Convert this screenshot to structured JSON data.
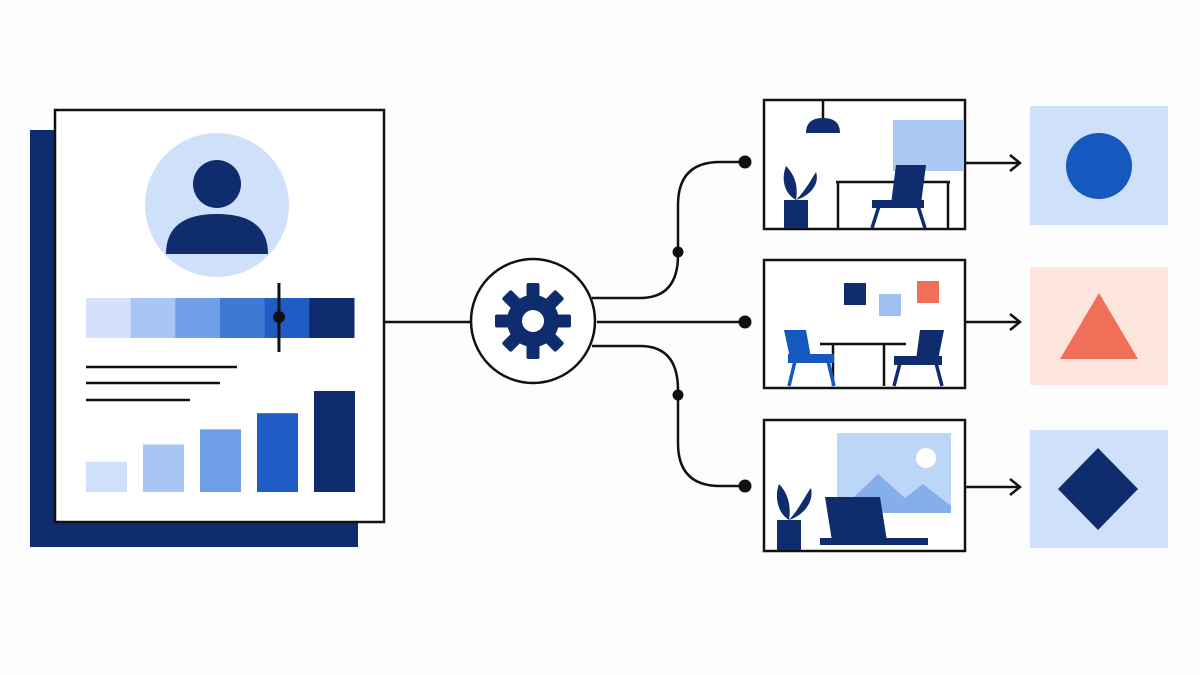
{
  "colors": {
    "navy": "#0f2c6e",
    "blue": "#1558c0",
    "light_blue": "#cfe0fb",
    "mid_blue": "#9fc0f0",
    "coral": "#f06f58",
    "light_coral": "#fde4dc",
    "ink": "#111111",
    "background": "#fdfdfe"
  },
  "profile_card": {
    "icon": "user-avatar-icon",
    "gradient_swatches": [
      "#d3e2fa",
      "#a8c6f3",
      "#6f9fe6",
      "#3f79d6",
      "#1f5dc4",
      "#0f2c6e"
    ],
    "slider_level": 0.72,
    "bar_levels": [
      0.3,
      0.47,
      0.62,
      0.78,
      1.0
    ]
  },
  "processor": {
    "icon": "gear-icon"
  },
  "branches": [
    {
      "scene": "dining-room-with-lamp-scene",
      "output": "circle",
      "output_color": "#1558c0",
      "output_bg": "#cfe0fb"
    },
    {
      "scene": "meeting-room-with-frames-scene",
      "output": "triangle",
      "output_color": "#f06f58",
      "output_bg": "#fde4dc"
    },
    {
      "scene": "workspace-with-laptop-scene",
      "output": "diamond",
      "output_color": "#0f2c6e",
      "output_bg": "#cfe0fb"
    }
  ]
}
